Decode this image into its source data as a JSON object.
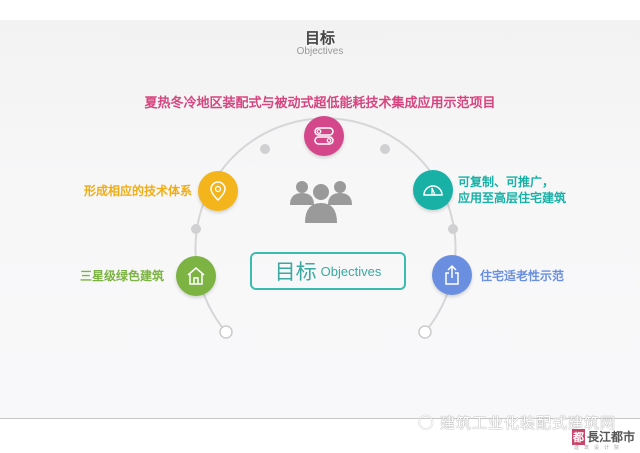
{
  "header": {
    "title": "目标",
    "subtitle": "Objectives"
  },
  "headline": "夏热冬冷地区装配式与被动式超低能耗技术集成应用示范项目",
  "center": {
    "zh": "目标",
    "en": "Objectives"
  },
  "nodes": [
    {
      "label": "形成相应的技术体系",
      "icon": "location-pin-icon",
      "color": "#f3b41c"
    },
    {
      "label": "三星级绿色建筑",
      "icon": "house-icon",
      "color": "#7cb342"
    },
    {
      "label_line1": "可复制、可推广，",
      "label_line2": "应用至高层住宅建筑",
      "icon": "gauge-icon",
      "color": "#19b1a6"
    },
    {
      "label": "住宅适老性示范",
      "icon": "share-icon",
      "color": "#6a8fe0"
    },
    {
      "icon": "toggle-switch-icon",
      "color": "#d4478a"
    }
  ],
  "watermark": {
    "text": "建筑工业化装配式建筑网",
    "brand": "長江都市",
    "brand_mark": "都",
    "brand_sub": "建筑设计院"
  }
}
